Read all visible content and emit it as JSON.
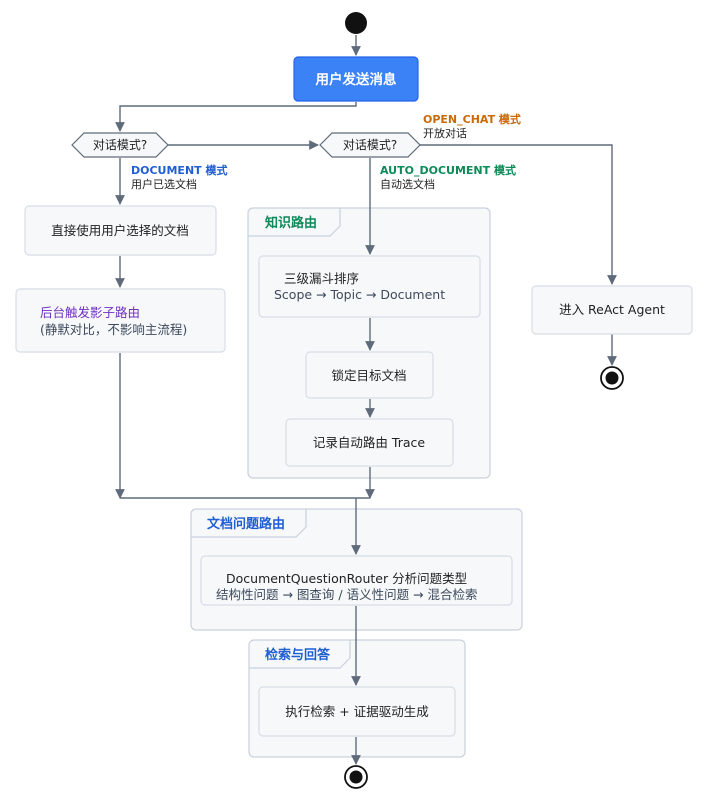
{
  "colors": {
    "line": "#5f6b7a",
    "box_fill": "#f6f8fa",
    "box_stroke": "#d8dee6",
    "group_stroke": "#c9d1dc",
    "start_fill": "#3b82f6",
    "start_stroke": "#2563eb",
    "title_blue": "#1f5fd1",
    "title_green": "#0d8a58",
    "doc_blue": "#1f5fd1",
    "auto_green": "#0d8a58",
    "open_orange": "#c96a08",
    "shadow_purple": "#6f2fc4",
    "text": "#222222",
    "subtext": "#3d4a5c"
  },
  "start_node": {
    "label": "用户发送消息"
  },
  "decisions": {
    "left": {
      "label": "对话模式?"
    },
    "right": {
      "label": "对话模式?"
    }
  },
  "edges": {
    "document": {
      "title": "DOCUMENT 模式",
      "subtitle": "用户已选文档"
    },
    "auto_document": {
      "title": "AUTO_DOCUMENT 模式",
      "subtitle": "自动选文档"
    },
    "open_chat": {
      "title": "OPEN_CHAT 模式",
      "subtitle": "开放对话"
    }
  },
  "nodes": {
    "direct_use": {
      "label": "直接使用用户选择的文档"
    },
    "shadow_route": {
      "line1": "后台触发影子路由",
      "line2": "(静默对比，不影响主流程)"
    },
    "three_level": {
      "line1": "三级漏斗排序",
      "line2": "Scope → Topic → Document"
    },
    "lock_target": {
      "label": "锁定目标文档"
    },
    "record_trace": {
      "label": "记录自动路由 Trace"
    },
    "react_agent": {
      "label": "进入 ReAct Agent"
    },
    "question_router": {
      "line1": "DocumentQuestionRouter 分析问题类型",
      "line2": "结构性问题 → 图查询 / 语义性问题 → 混合检索"
    },
    "execute": {
      "label": "执行检索 + 证据驱动生成"
    }
  },
  "groups": {
    "knowledge_route": {
      "title": "知识路由"
    },
    "doc_question_route": {
      "title": "文档问题路由"
    },
    "retrieval_answer": {
      "title": "检索与回答"
    }
  }
}
